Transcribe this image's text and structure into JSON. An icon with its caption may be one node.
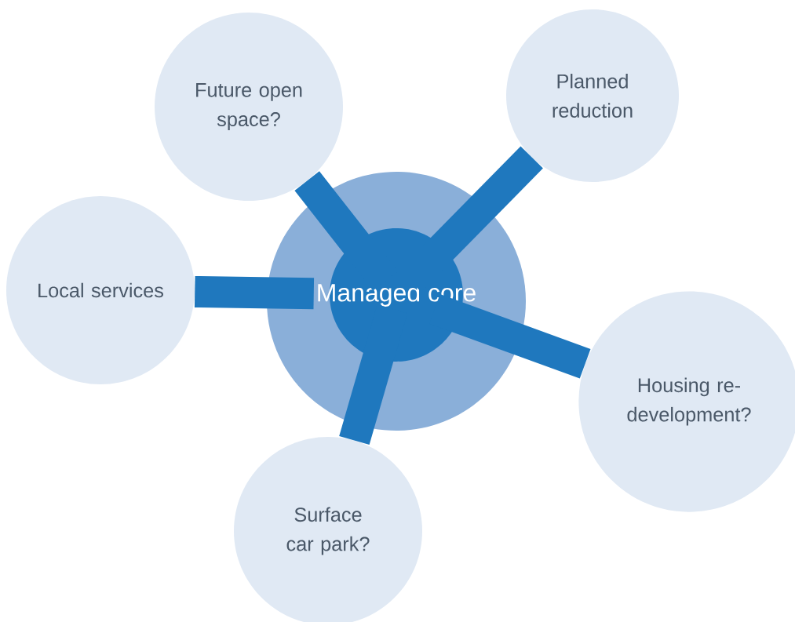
{
  "diagram": {
    "nodes": [
      {
        "text": [
          "Managed core"
        ]
      },
      {
        "text": [
          "Future open space?"
        ]
      },
      {
        "text": [
          "Planned reduction"
        ]
      },
      {
        "text": [
          "Local services"
        ]
      },
      {
        "text": [
          "Housing re-development?"
        ]
      },
      {
        "text": [
          "Surface car park?"
        ]
      }
    ],
    "edges": [
      {
        "from": 0,
        "to": 1,
        "arrow": "none"
      },
      {
        "from": 0,
        "to": 2,
        "arrow": "none"
      },
      {
        "from": 0,
        "to": 3,
        "arrow": "none"
      },
      {
        "from": 0,
        "to": 4,
        "arrow": "none"
      },
      {
        "from": 0,
        "to": 5,
        "arrow": "none"
      }
    ]
  }
}
